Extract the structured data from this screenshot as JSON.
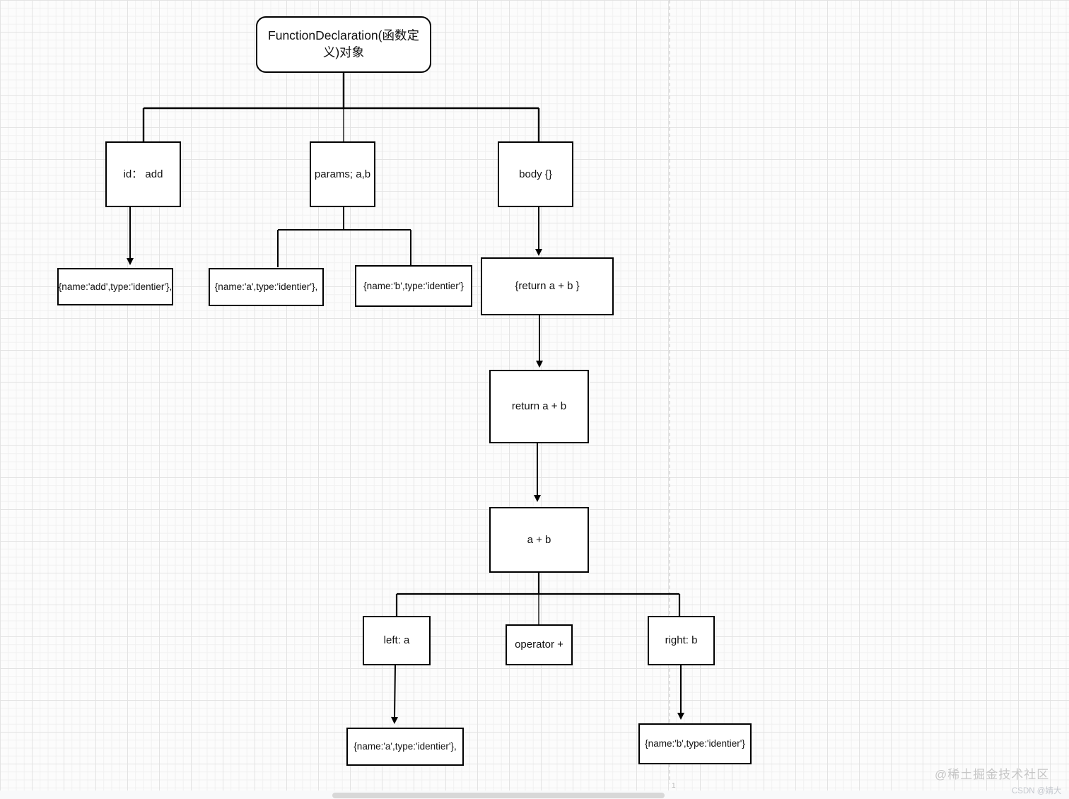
{
  "nodes": {
    "root": "FunctionDeclaration(函数定义)对象",
    "id_add": "id： add",
    "params": "params; a,b",
    "body": "body {}",
    "name_add": "{name:'add',type:'identier'},",
    "name_a_top": "{name:'a',type:'identier'},",
    "name_b_top": "{name:'b',type:'identier'}",
    "return_block": "{return a + b }",
    "return_stmt": "return a + b",
    "a_plus_b": "a + b",
    "left_a": "left: a",
    "operator": "operator +",
    "right_b": "right: b",
    "name_a_bottom": "{name:'a',type:'identier'},",
    "name_b_bottom": "{name:'b',type:'identier'}"
  },
  "page": {
    "number": "1"
  },
  "watermark": {
    "juejin": "@稀土掘金技术社区",
    "csdn": "CSDN @婧大"
  },
  "colors": {
    "line": "#000000",
    "page_divider": "#cfcfcf",
    "node_fill": "#ffffff",
    "watermark": "#c6c6c6"
  }
}
